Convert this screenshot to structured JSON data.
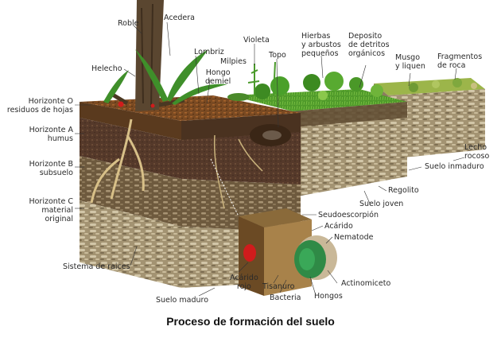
{
  "caption": "Proceso de formación del suelo",
  "labels": {
    "roble": "Roble",
    "acedera": "Acedera",
    "lombriz": "Lombriz",
    "milpies": "Milpies",
    "hongo_demiel": "Hongo\ndemiel",
    "violeta": "Violeta",
    "topo": "Topo",
    "hierbas": "Hierbas\ny arbustos\npequeños",
    "deposito": "Deposito\nde detritos\norgánicos",
    "musgo": "Musgo\ny liquen",
    "fragmentos": "Fragmentos\nde roca",
    "helecho": "Helecho",
    "horizonte_o": "Horizonte O\nresiduos de hojas",
    "horizonte_a": "Horizonte A\nhumus",
    "horizonte_b": "Horizonte B\nsubsuelo",
    "horizonte_c": "Horizonte C\nmaterial\noriginal",
    "lecho_rocoso": "Lecho\nrocoso",
    "suelo_inmaduro": "Suelo inmaduro",
    "regolito": "Regolito",
    "suelo_joven": "Suelo joven",
    "seudoescorpion": "Seudoescorpión",
    "acarido": "Acárido",
    "nematode": "Nematode",
    "sistema_raices": "Sistema de raices",
    "acarido_rojo": "Acárido\nrojo",
    "tisanuro": "Tisanuro",
    "bacteria": "Bacteria",
    "actinomiceto": "Actinomiceto",
    "hongos": "Hongos",
    "suelo_maduro": "Suelo maduro"
  },
  "colors": {
    "leaf_litter": "#7a4a22",
    "humus": "#5e4028",
    "subsoil": "#8a7350",
    "parent_material": "#9a8a6a",
    "rock": "#b9ad8f",
    "grass": "#4f9a2a",
    "moss": "#9cb54a",
    "trunk": "#5a4630",
    "fern": "#3f8f2a",
    "red_mite": "#d01c1c",
    "actinomycete": "#2f8a46"
  }
}
